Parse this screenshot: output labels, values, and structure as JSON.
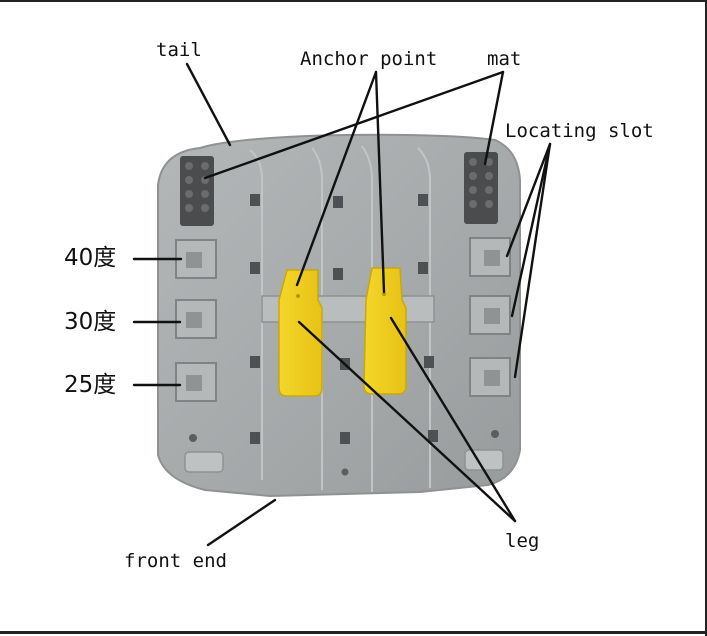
{
  "labels": {
    "tail": "tail",
    "anchor_point": "Anchor point",
    "mat": "mat",
    "locating_slot": "Locating slot",
    "front_end": "front end",
    "leg": "leg",
    "deg40": "40度",
    "deg30": "30度",
    "deg25": "25度"
  },
  "colors": {
    "base_plate": "#a7aaab",
    "base_shadow": "#8e9293",
    "leg_yellow": "#f1cf1f",
    "mat_dark": "#4a4c4e",
    "line": "#111111"
  }
}
